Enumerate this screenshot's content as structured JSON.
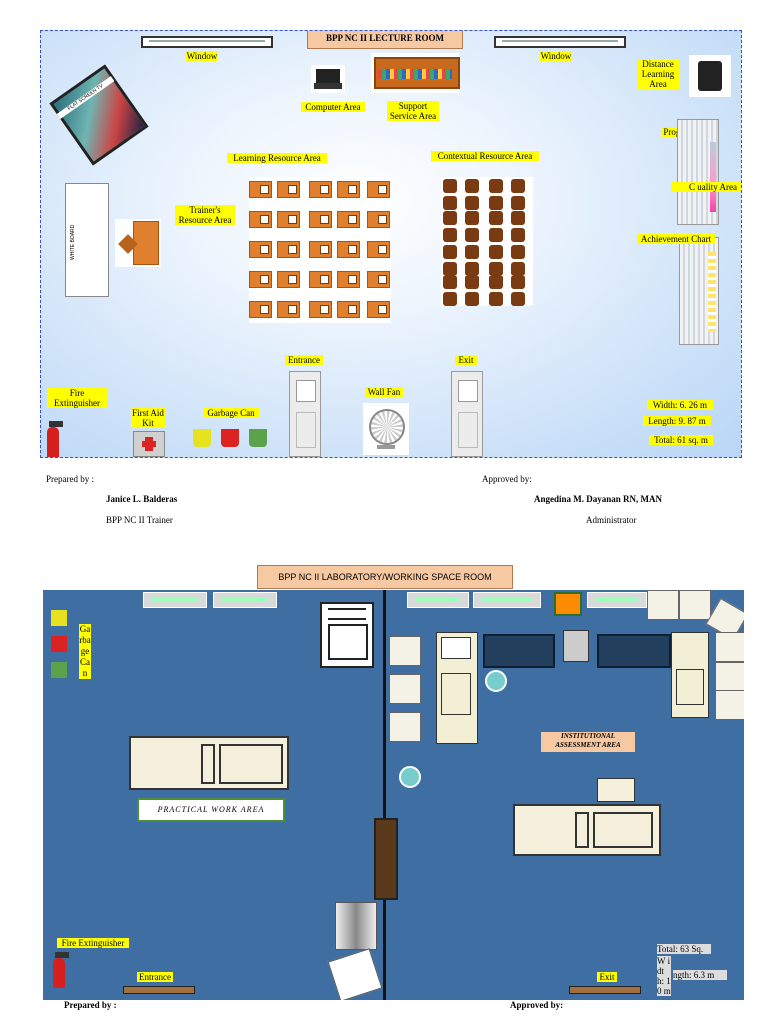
{
  "lecture": {
    "title": "BPP NC II LECTURE ROOM",
    "labels": {
      "window_left": "Window",
      "window_right": "Window",
      "computer_area": "Computer Area",
      "support_service_area": "Support Service Area",
      "distance_learning_area": "Distance Learning Area",
      "progress_chart": "Progress Chart",
      "quality_area": "C            uality Area",
      "learning_resource_area": "Learning Resource Area",
      "contextual_resource_area": "Contextual Resource Area",
      "trainers_resource_area": "Trainer's Resource Area",
      "achievement_chart": "Achievement Chart",
      "entrance": "Entrance",
      "exit": "Exit",
      "wall_fan": "Wall Fan",
      "fire_extinguisher": "Fire Extinguisher",
      "first_aid_kit": "First Aid Kit",
      "garbage_can": "Garbage Can",
      "width": "Width: 6. 26 m",
      "length": "Length: 9. 87 m",
      "total": "Total: 61 sq. m",
      "tv_text": "FLAT SCREEN TV",
      "whiteboard_text": "WHITE BOARD"
    },
    "footer": {
      "prepared_by": "Prepared by :",
      "preparer_name": "Janice L. Balderas",
      "preparer_title": "BPP NC II Trainer",
      "approved_by": "Approved by:",
      "approver_name": "Angedina M. Dayanan RN, MAN",
      "approver_title": "Administrator"
    }
  },
  "lab": {
    "title": "BPP NC II LABORATORY/WORKING SPACE ROOM",
    "labels": {
      "garbage_can": "Ga rba ge Ca n",
      "practical_work_area": "PRACTICAL WORK AREA",
      "institutional_assessment_area": "INSTITUTIONAL ASSESSMENT AREA",
      "fire_extinguisher": "Fire Extinguisher",
      "entrance": "Entrance",
      "exit": "Exit",
      "total": "Total: 63 Sq.",
      "dims_overlap": "W idt h: 10 m",
      "length": "ngth: 6.3 m"
    },
    "footer": {
      "prepared_by": "Prepared by :",
      "approved_by": "Approved by:"
    }
  },
  "colors": {
    "lecture_bg": "#cfe3f9",
    "lab_bg": "#3f6ea3",
    "label_highlight": "#ffff00",
    "title_fill": "#f7c9a3",
    "desk": "#e07f2e",
    "table_chair": "#7a3a12"
  }
}
